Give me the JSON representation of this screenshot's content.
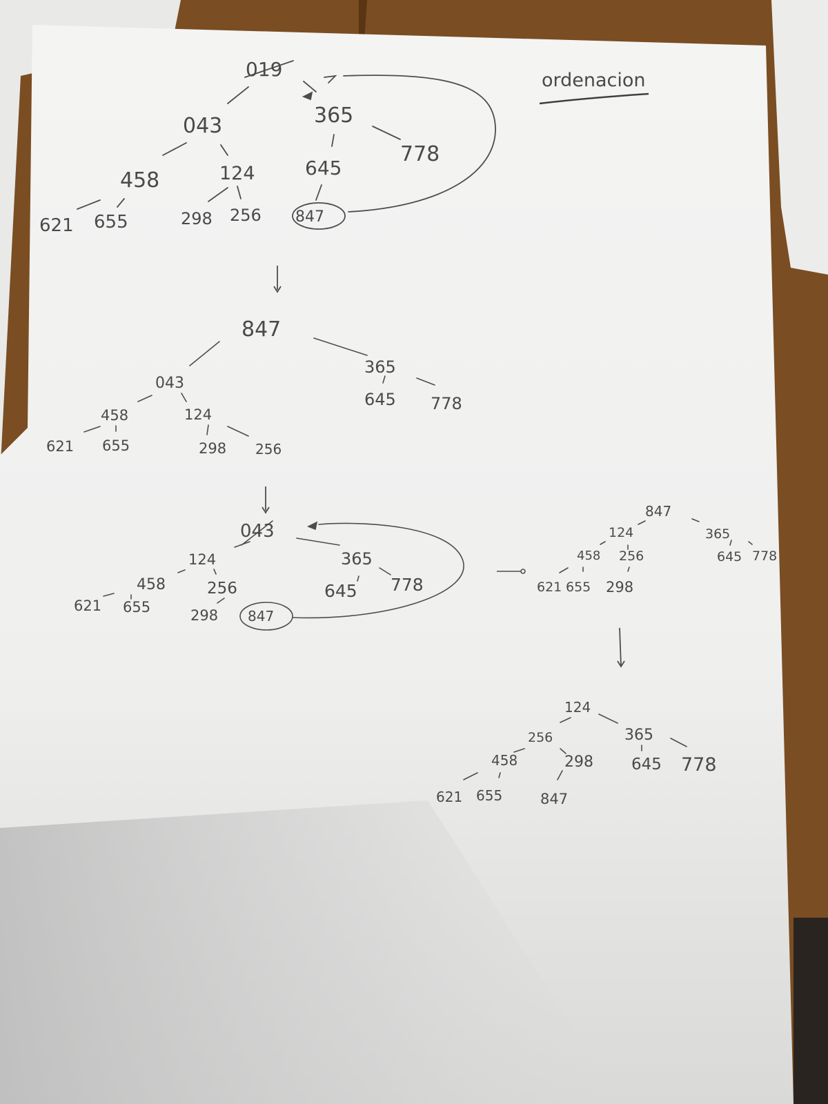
{
  "heading": "ordenacion",
  "colors": {
    "table": "#7a4d22",
    "paper": "#f2f2f1",
    "pencil": "#4a4a4a",
    "shadow": "#bdbdbd"
  },
  "trees": [
    {
      "id": "tree-1",
      "nodes": [
        "019",
        "043",
        "365",
        "458",
        "124",
        "645",
        "778",
        "621",
        "655",
        "298",
        "256",
        "847"
      ],
      "struck": [
        "019"
      ],
      "circled": [
        "847"
      ]
    },
    {
      "id": "tree-2",
      "nodes": [
        "847",
        "043",
        "365",
        "458",
        "124",
        "645",
        "778",
        "621",
        "655",
        "298",
        "256"
      ]
    },
    {
      "id": "tree-3",
      "nodes": [
        "043",
        "124",
        "365",
        "458",
        "256",
        "645",
        "778",
        "621",
        "655",
        "298",
        "847"
      ],
      "struck": [
        "043"
      ],
      "circled": [
        "847"
      ]
    },
    {
      "id": "tree-4",
      "nodes": [
        "847",
        "124",
        "365",
        "458",
        "256",
        "645",
        "778",
        "621",
        "655",
        "298"
      ]
    },
    {
      "id": "tree-5",
      "nodes": [
        "124",
        "256",
        "365",
        "458",
        "298",
        "645",
        "778",
        "621",
        "655",
        "847"
      ]
    }
  ]
}
